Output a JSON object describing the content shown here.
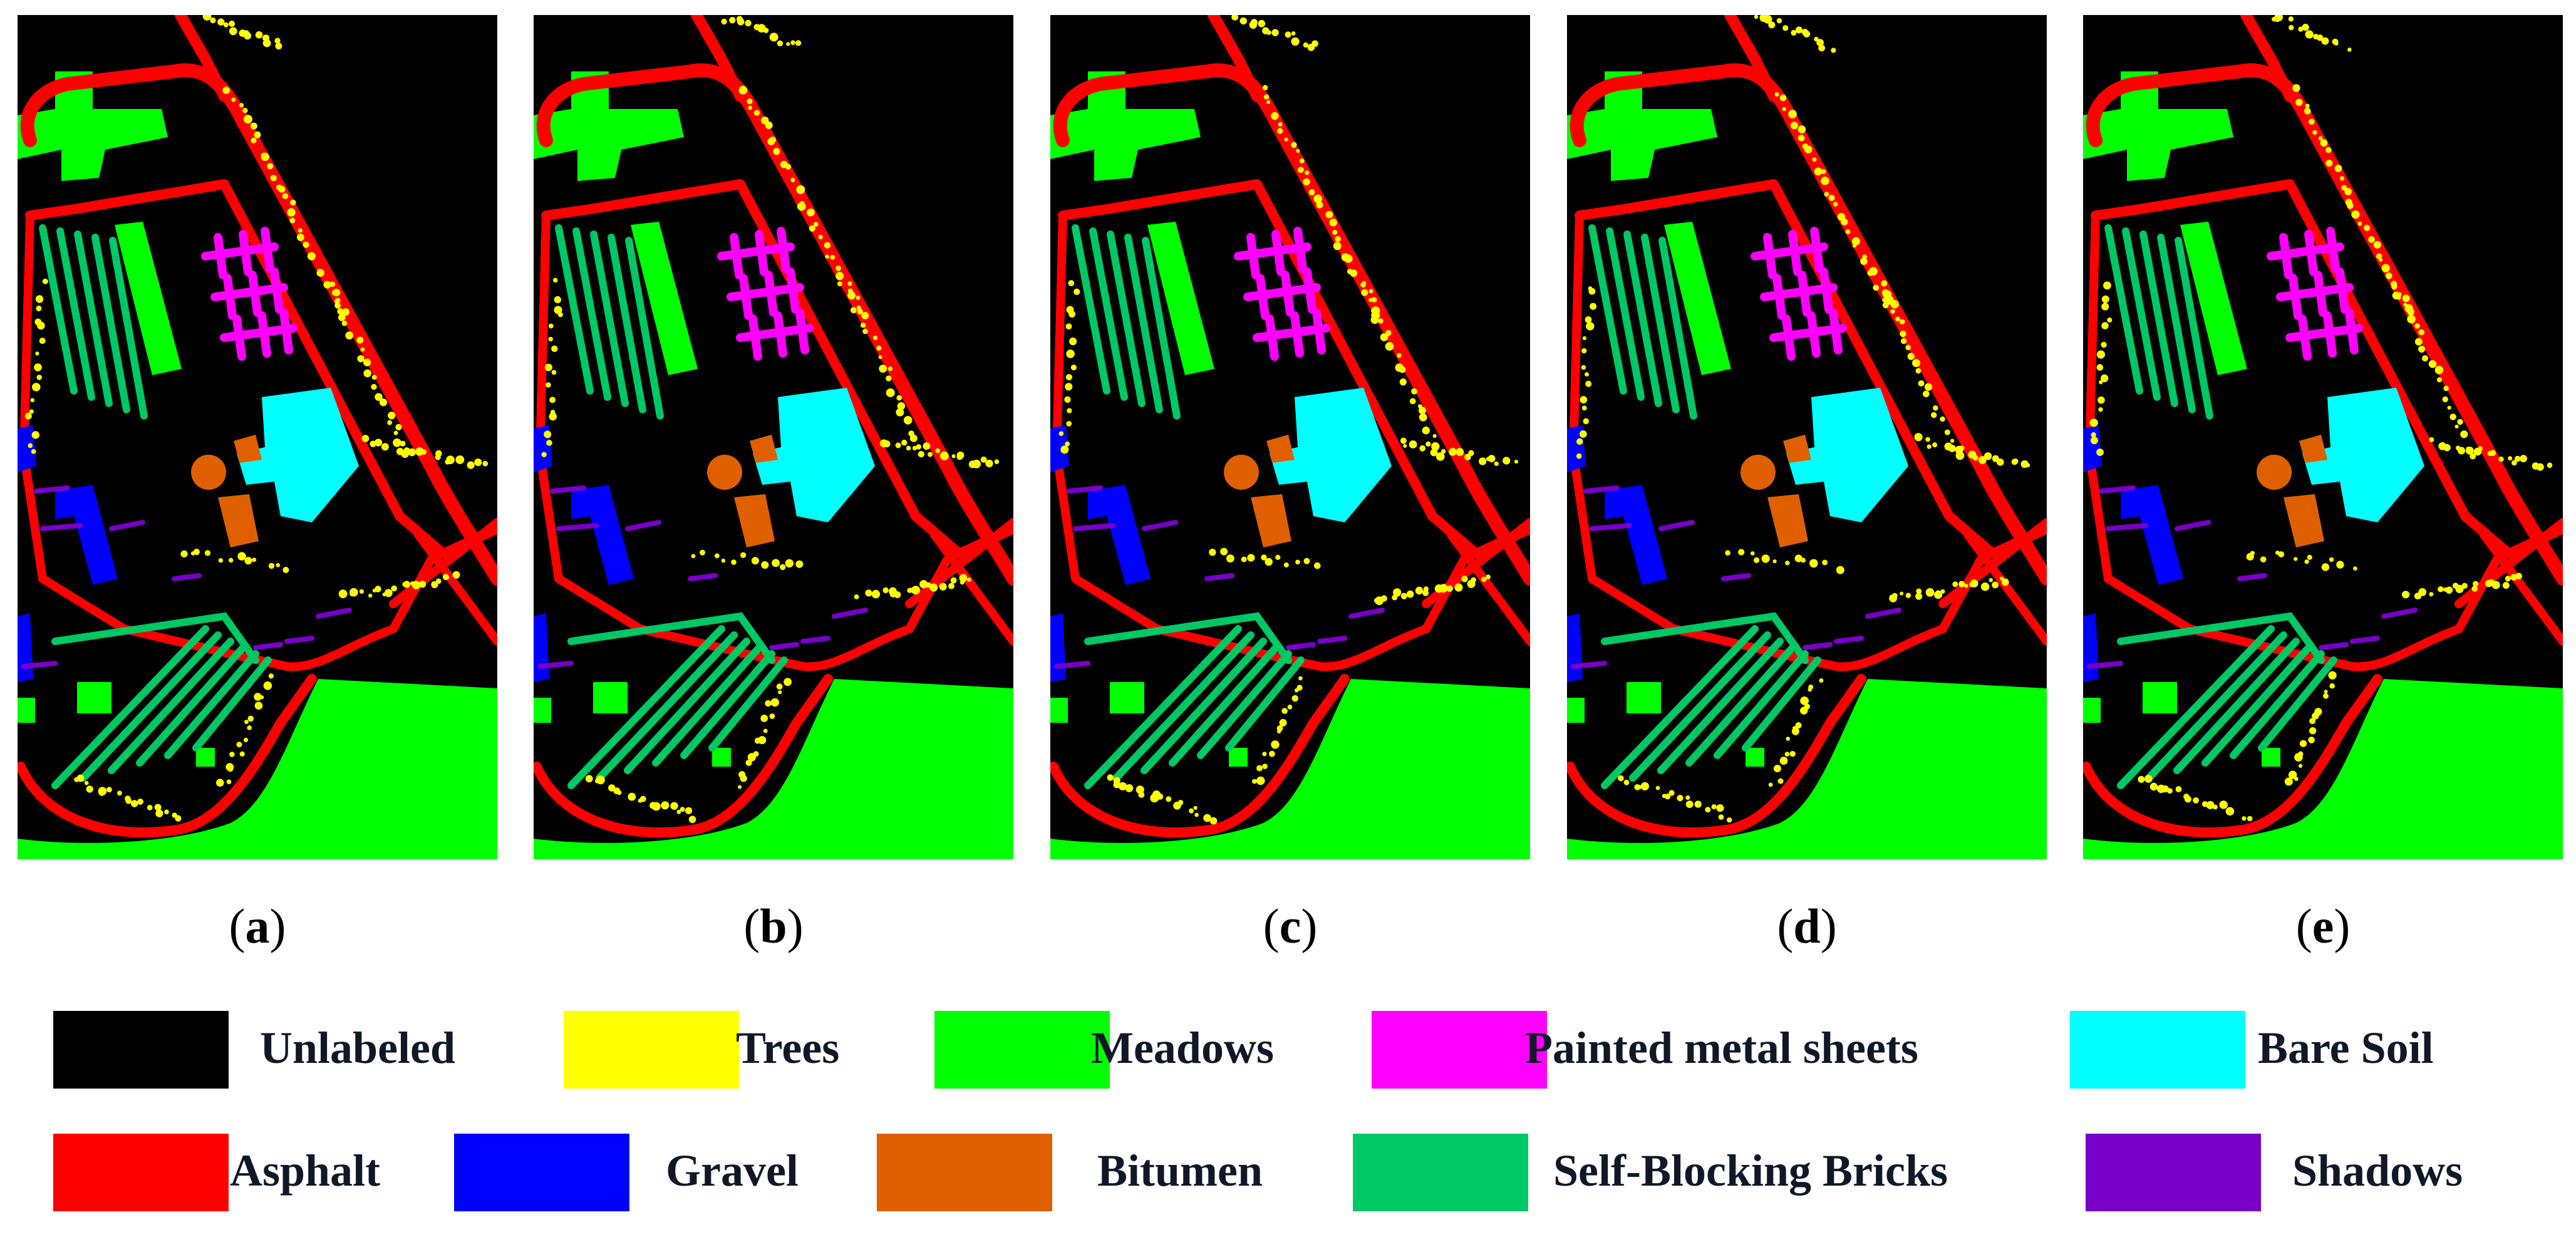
{
  "panels": [
    {
      "id": "a",
      "letter": "a"
    },
    {
      "id": "b",
      "letter": "b"
    },
    {
      "id": "c",
      "letter": "c"
    },
    {
      "id": "d",
      "letter": "d"
    },
    {
      "id": "e",
      "letter": "e"
    }
  ],
  "legend": [
    {
      "label": "Unlabeled",
      "color": "#000000"
    },
    {
      "label": "Trees",
      "color": "#ffff00"
    },
    {
      "label": "Meadows",
      "color": "#00ff00"
    },
    {
      "label": "Painted metal sheets",
      "color": "#ff00ff"
    },
    {
      "label": "Bare Soil",
      "color": "#00ffff"
    },
    {
      "label": "Asphalt",
      "color": "#ff0000"
    },
    {
      "label": "Gravel",
      "color": "#0000ff"
    },
    {
      "label": "Bitumen",
      "color": "#e06000"
    },
    {
      "label": "Self-Blocking Bricks",
      "color": "#00c864"
    },
    {
      "label": "Shadows",
      "color": "#7800c8"
    }
  ]
}
